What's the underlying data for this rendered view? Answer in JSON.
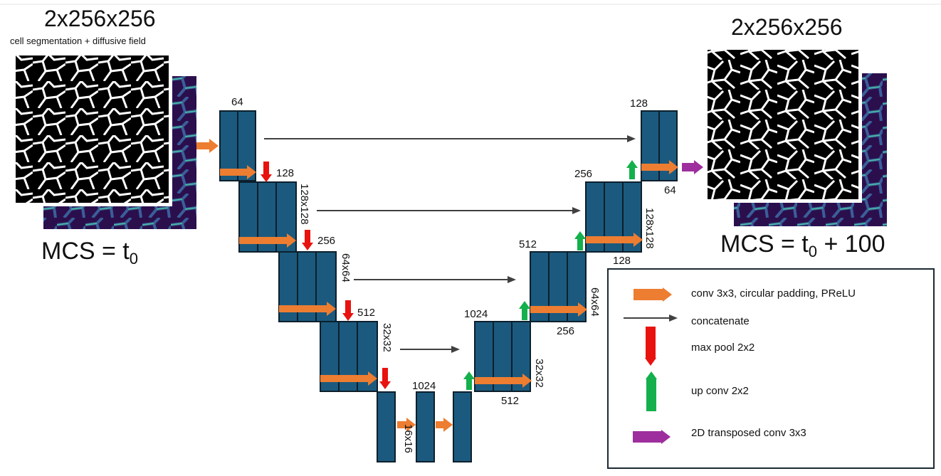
{
  "input": {
    "dims": "2x256x256",
    "caption": "cell segmentation + diffusive field",
    "mcs_prefix": "MCS = t",
    "mcs_sub": "0",
    "mcs_suffix": ""
  },
  "output": {
    "dims": "2x256x256",
    "mcs_prefix": "MCS = t",
    "mcs_sub": "0",
    "mcs_suffix": " + 100"
  },
  "labels": {
    "enc1_channels": "64",
    "enc2_channels": "128",
    "enc2_size": "128x128",
    "enc3_channels": "256",
    "enc3_size": "64x64",
    "enc4_channels": "512",
    "enc4_size": "32x32",
    "bottleneck_channels": "1024",
    "bottleneck_size": "16x16",
    "dec4_channels_top": "1024",
    "dec4_channels_bottom": "512",
    "dec4_size": "32x32",
    "dec3_channels_top": "512",
    "dec3_channels_bottom": "256",
    "dec3_size": "64x64",
    "dec2_channels_top": "256",
    "dec2_channels_bottom": "128",
    "dec2_size": "128x128",
    "dec1_channels_top": "128",
    "dec1_channels_bottom": "64"
  },
  "legend": {
    "conv": "conv 3x3, circular padding, PReLU",
    "concat": "concatenate",
    "maxpool": "max pool 2x2",
    "upconv": "up conv 2x2",
    "transposed": "2D transposed conv 3x3"
  },
  "colors": {
    "block_fill": "#1b5a7e",
    "block_stroke": "#0c1f2c",
    "conv_arrow": "#ed7d31",
    "concat_arrow": "#404040",
    "maxpool_arrow": "#e8130f",
    "upconv_arrow": "#13b04b",
    "transposed_arrow": "#9e2e9e",
    "field_dark": "#2b0f4c",
    "field_mid": "#3a5f9a",
    "field_bright": "#49c1a0"
  }
}
